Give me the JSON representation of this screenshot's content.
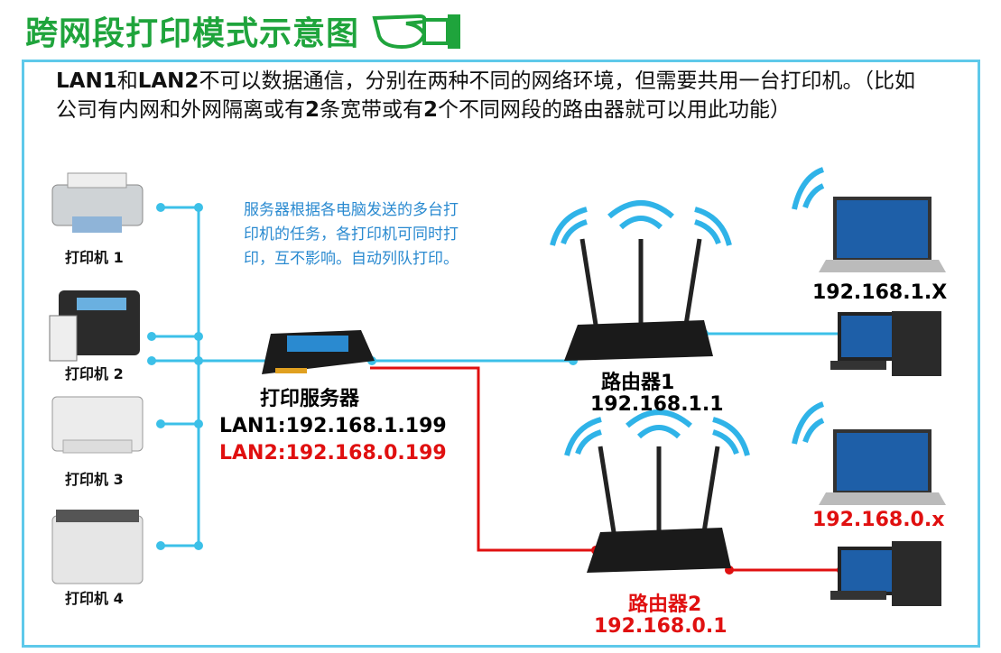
{
  "title": "跨网段打印模式示意图",
  "intro": {
    "lan1": "LAN1",
    "and": "和",
    "lan2": "LAN2",
    "text1": "不可以数据通信，分别在两种不同的网络环境，但需要共用一台打印机。（比如公司有内网和外网隔离或有",
    "n1": "2",
    "text2": "条宽带或有",
    "n2": "2",
    "text3": "个不同网段的路由器就可以用此功能）"
  },
  "note": "服务器根据各电脑发送的多台打印机的任务，各打印机可同时打印，互不影响。自动列队打印。",
  "printers": [
    "打印机 1",
    "打印机 2",
    "打印机 3",
    "打印机 4"
  ],
  "server": {
    "label": "打印服务器",
    "lan1": "LAN1:192.168.1.199",
    "lan2": "LAN2:192.168.0.199"
  },
  "router1": {
    "label": "路由器1",
    "ip": "192.168.1.1",
    "client_ip": "192.168.1.X"
  },
  "router2": {
    "label": "路由器2",
    "ip": "192.168.0.1",
    "client_ip": "192.168.0.x"
  },
  "colors": {
    "title": "#1fa43c",
    "frame": "#5ec9ea",
    "lan1": "#3cc0e8",
    "lan2": "#e01010",
    "note": "#2a8ad0"
  }
}
